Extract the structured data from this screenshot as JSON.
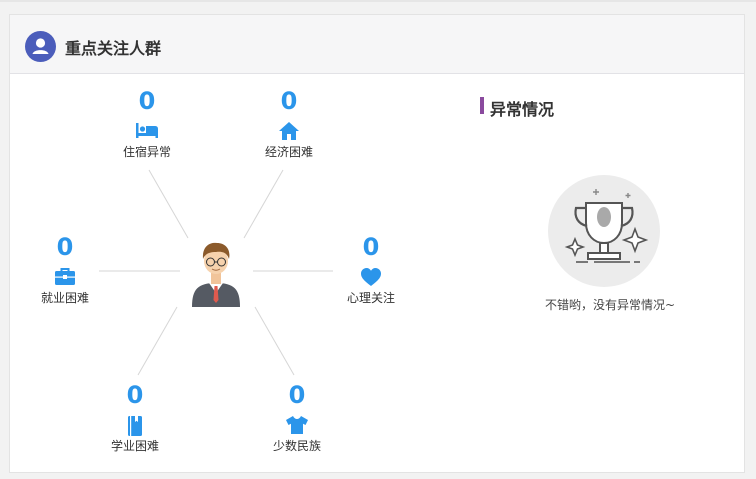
{
  "panel": {
    "title": "重点关注人群",
    "header_icon": "user-circle-icon",
    "accent_color": "#2b95ea",
    "categories": [
      {
        "key": "lodging",
        "label": "住宿异常",
        "count": "0",
        "icon": "bed-icon"
      },
      {
        "key": "economic",
        "label": "经济困难",
        "count": "0",
        "icon": "home-icon"
      },
      {
        "key": "employment",
        "label": "就业困难",
        "count": "0",
        "icon": "briefcase-icon"
      },
      {
        "key": "psych",
        "label": "心理关注",
        "count": "0",
        "icon": "heart-icon"
      },
      {
        "key": "academic",
        "label": "学业困难",
        "count": "0",
        "icon": "book-icon"
      },
      {
        "key": "minority",
        "label": "少数民族",
        "count": "0",
        "icon": "shirt-icon"
      }
    ]
  },
  "anomaly": {
    "title": "异常情况",
    "empty_message": "不错哟，没有异常情况~",
    "empty_icon": "trophy-icon"
  }
}
